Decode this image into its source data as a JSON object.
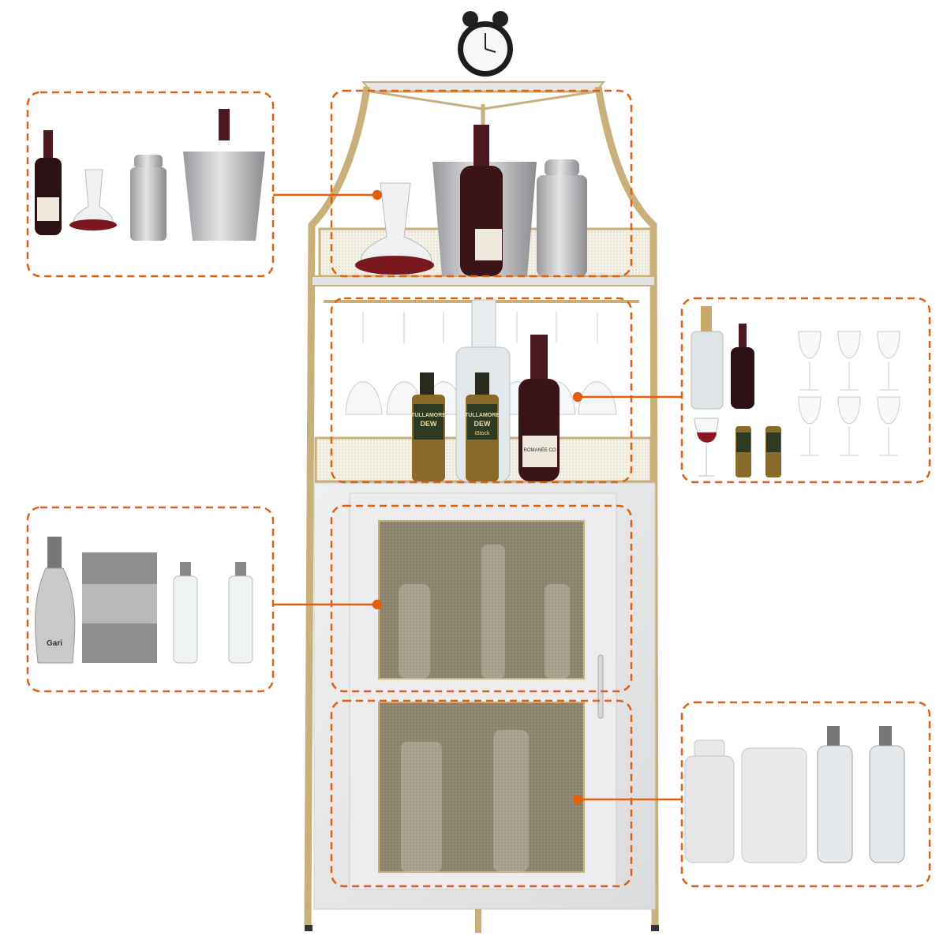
{
  "product": {
    "colors": {
      "callout": "#e0600f",
      "frame_gold": "#c8b07a",
      "marble": "#e9e9ea",
      "mesh": "#8b826c",
      "wine_bottle": "#4a1a20"
    }
  },
  "labels": {
    "whiskey_brand_line1": "TULLAMORE",
    "whiskey_brand_line2": "DEW",
    "whiskey_watermark": "iStock",
    "wine_label": "ROMANÉE CO",
    "sparkling_label": "Gari"
  },
  "callouts": [
    {
      "id": "top-shelf",
      "items": [
        "wine-bottle",
        "decanter",
        "cocktail-shaker",
        "ice-bucket"
      ]
    },
    {
      "id": "glass-rack-shelf",
      "items": [
        "gin-bottle",
        "wine-bottle",
        "wine-glass",
        "whiskey-bottle",
        "whiskey-bottle",
        "stemware-x6"
      ]
    },
    {
      "id": "upper-cabinet",
      "items": [
        "sparkling-bottle",
        "metal-canister",
        "water-bottle",
        "water-bottle"
      ]
    },
    {
      "id": "lower-cabinet",
      "items": [
        "shaker",
        "tumbler",
        "water-bottle",
        "water-bottle"
      ]
    }
  ]
}
